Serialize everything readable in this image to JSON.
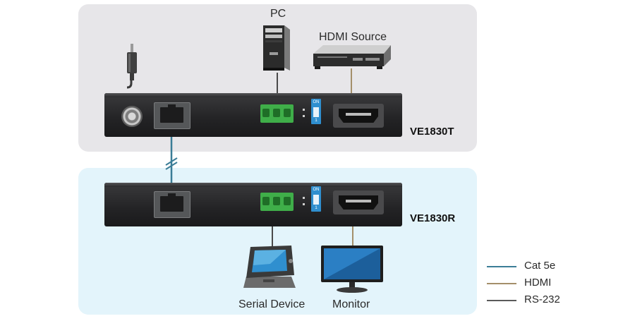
{
  "devices": {
    "transmitter": {
      "model": "VE1830T",
      "dip_label": "ON",
      "dip_num": "1"
    },
    "receiver": {
      "model": "VE1830R",
      "dip_label": "ON",
      "dip_num": "1"
    }
  },
  "peripherals": {
    "pc": "PC",
    "hdmi_source": "HDMI Source",
    "serial_device": "Serial Device",
    "monitor": "Monitor"
  },
  "legend": [
    {
      "label": "Cat 5e",
      "color": "#3b7d97"
    },
    {
      "label": "HDMI",
      "color": "#a48f6a"
    },
    {
      "label": "RS-232",
      "color": "#5a5a5a"
    }
  ],
  "colors": {
    "tx_panel": "#e7e6e9",
    "rx_panel": "#e3f4fb",
    "terminal_green": "#3fae49",
    "dip_blue": "#2f8fcf"
  }
}
